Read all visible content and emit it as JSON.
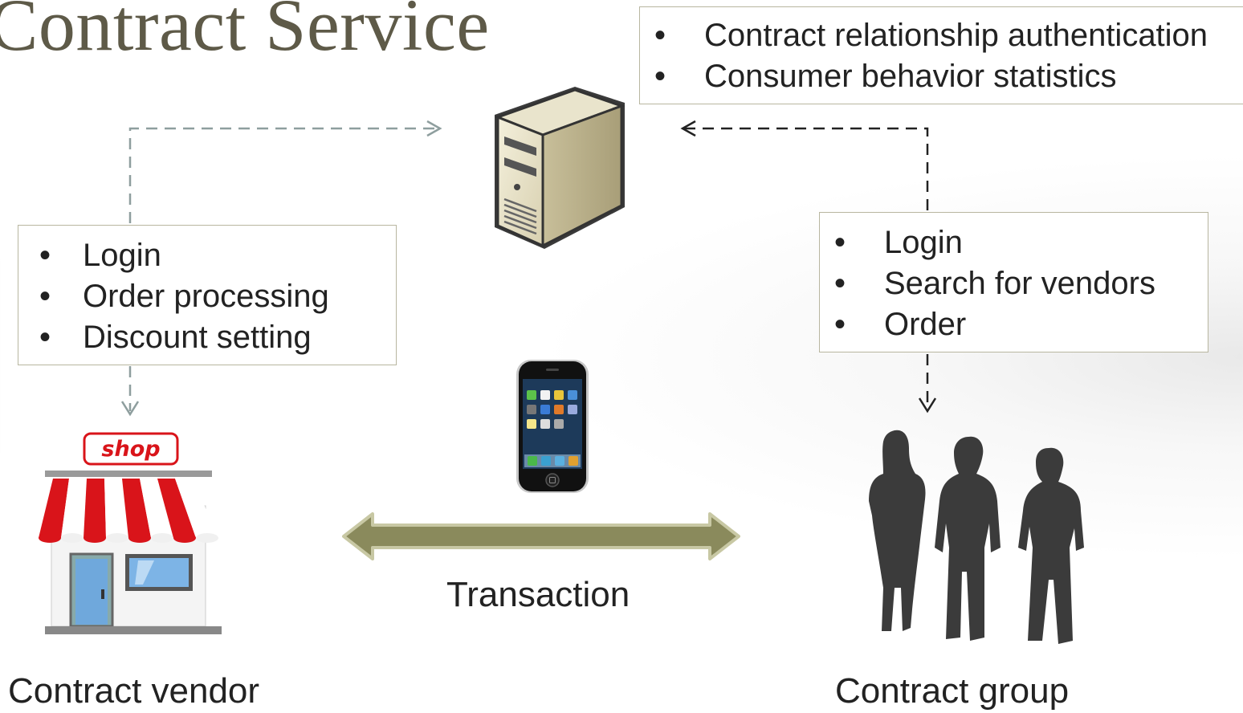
{
  "title": "Contract Service",
  "server_box": {
    "items": [
      "Contract relationship authentication",
      "Consumer behavior statistics"
    ]
  },
  "vendor_box": {
    "items": [
      "Login",
      "Order processing",
      "Discount setting"
    ]
  },
  "group_box": {
    "items": [
      "Login",
      "Search for vendors",
      "Order"
    ]
  },
  "labels": {
    "vendor": "Contract vendor",
    "group": "Contract group",
    "transaction": "Transaction",
    "shop_sign": "shop"
  },
  "colors": {
    "title": "#5e5a48",
    "box_border": "#b8b6a0",
    "arrow_fill": "#8a8a5c",
    "awning_red": "#d9141a",
    "silhouette": "#3b3b3b"
  }
}
